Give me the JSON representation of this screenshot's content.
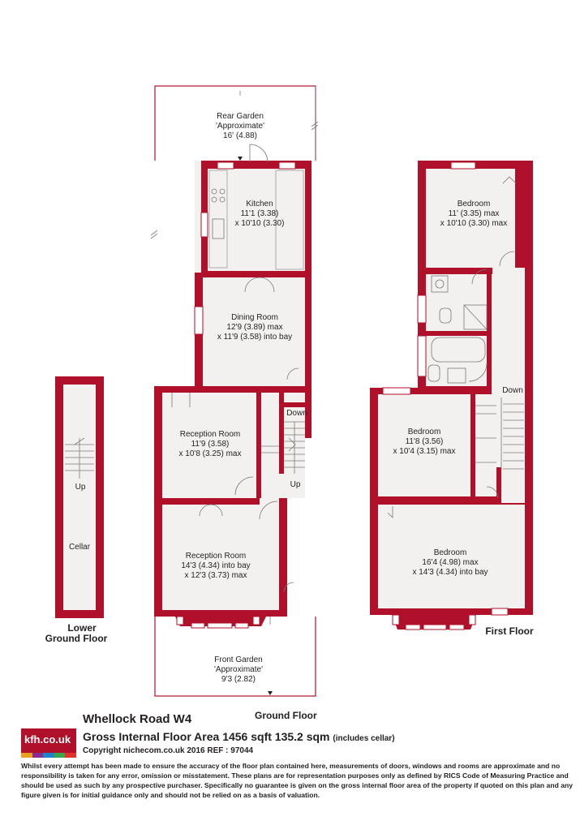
{
  "colors": {
    "wall": "#b0102a",
    "room_fill": "#f3f1f0",
    "text": "#231f20"
  },
  "ground_floor": {
    "title": "Ground Floor",
    "rear_garden": {
      "line1": "Rear Garden",
      "line2": "'Approximate'",
      "line3": "16' (4.88)"
    },
    "kitchen": {
      "name": "Kitchen",
      "dim1": "11'1 (3.38)",
      "dim2": "x 10'10 (3.30)"
    },
    "dining_room": {
      "name": "Dining Room",
      "dim1": "12'9 (3.89) max",
      "dim2": "x 11'9 (3.58) into bay"
    },
    "reception_room_1": {
      "name": "Reception Room",
      "dim1": "11'9 (3.58)",
      "dim2": "x 10'8 (3.25) max"
    },
    "reception_room_2": {
      "name": "Reception Room",
      "dim1": "14'3 (4.34) into bay",
      "dim2": "x 12'3 (3.73) max"
    },
    "stairs_down": "Down",
    "stairs_up": "Up",
    "front_garden": {
      "line1": "Front Garden",
      "line2": "'Approximate'",
      "line3": "9'3 (2.82)"
    }
  },
  "lower_ground_floor": {
    "title_line1": "Lower",
    "title_line2": "Ground Floor",
    "cellar": "Cellar",
    "stairs_up": "Up"
  },
  "first_floor": {
    "title": "First Floor",
    "bedroom_rear": {
      "name": "Bedroom",
      "dim1": "11' (3.35) max",
      "dim2": "x 10'10 (3.30) max"
    },
    "bedroom_middle": {
      "name": "Bedroom",
      "dim1": "11'8 (3.56)",
      "dim2": "x 10'4 (3.15) max"
    },
    "bedroom_front": {
      "name": "Bedroom",
      "dim1": "16'4 (4.98) max",
      "dim2": "x 14'3 (4.34) into bay"
    },
    "stairs_down": "Down"
  },
  "footer": {
    "logo": "kfh.co.uk",
    "logo_colors": [
      "#e8a01f",
      "#8b2a8f",
      "#1e86c8",
      "#3aa54a",
      "#e2332b"
    ],
    "address": "Whellock Road  W4",
    "gia": "Gross Internal Floor Area 1456 sqft 135.2 sqm",
    "gia_note": "(includes cellar)",
    "copyright": "Copyright nichecom.co.uk 2016 REF : 97044",
    "disclaimer": "Whilst every attempt has been made to ensure the accuracy of the floor plan contained here, measurements of doors, windows and rooms are approximate and no responsibility is taken for any error, omission or misstatement.  These plans are for representation purposes only as defined by RICS Code of Measuring Practice and should be used as such by any prospective purchaser.  Specifically no guarantee is given on the gross internal floor area of the property if quoted on this plan and any figure given is for initial guidance only and should not be relied on as a basis of valuation."
  }
}
